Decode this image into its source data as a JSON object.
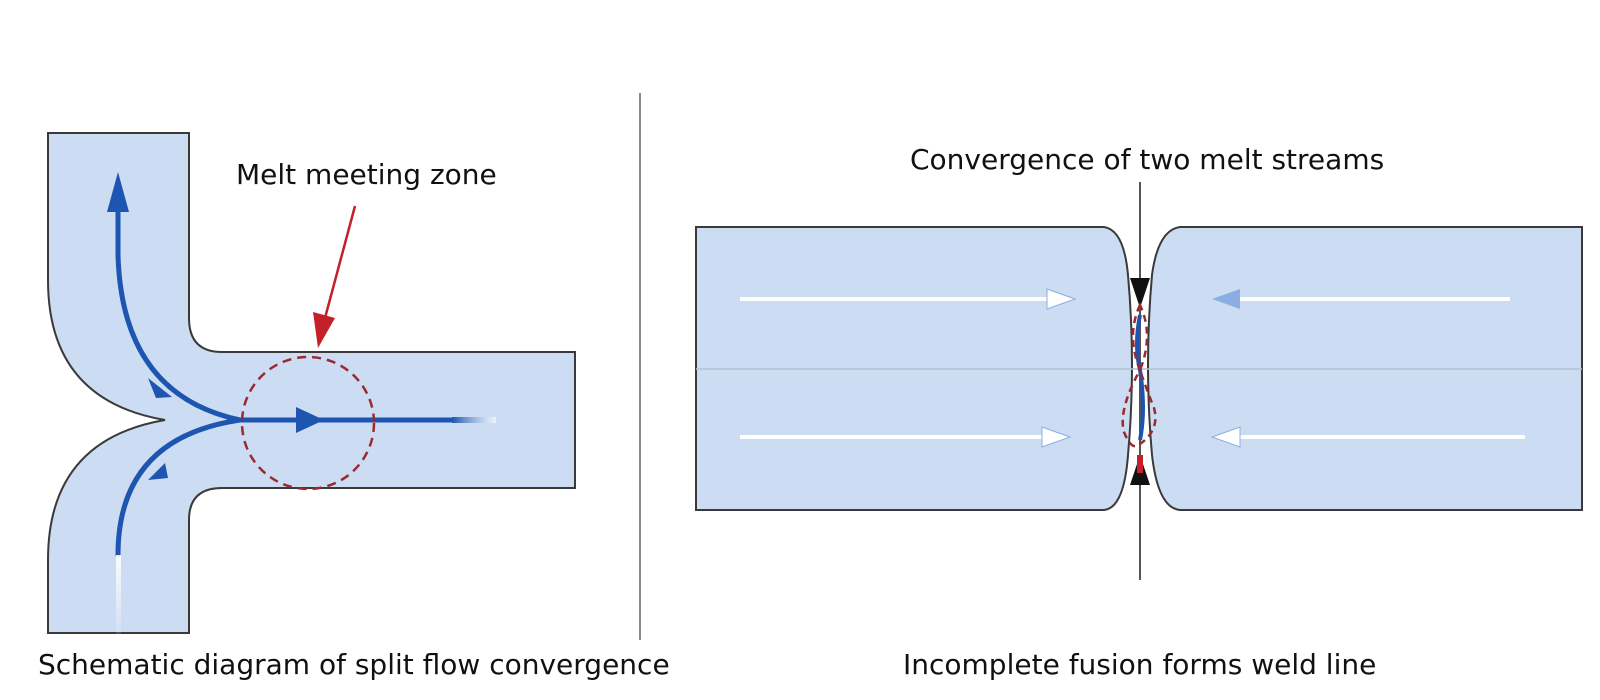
{
  "left_panel": {
    "annotation": "Melt meeting zone",
    "caption": "Schematic diagram of split flow convergence"
  },
  "right_panel": {
    "annotation": "Convergence of two melt streams",
    "caption": "Incomplete fusion forms weld line"
  },
  "colors": {
    "channel_fill": "#ccdcf2",
    "channel_outline": "#3a3a3a",
    "flow_line": "#1d55b0",
    "zone_outline": "#9a2a32",
    "annotation_arrow": "#c4202a",
    "divider": "#8a8a8a",
    "flow_arrow_light": "#ffffff",
    "flow_arrow_head": "#8aaee0"
  }
}
